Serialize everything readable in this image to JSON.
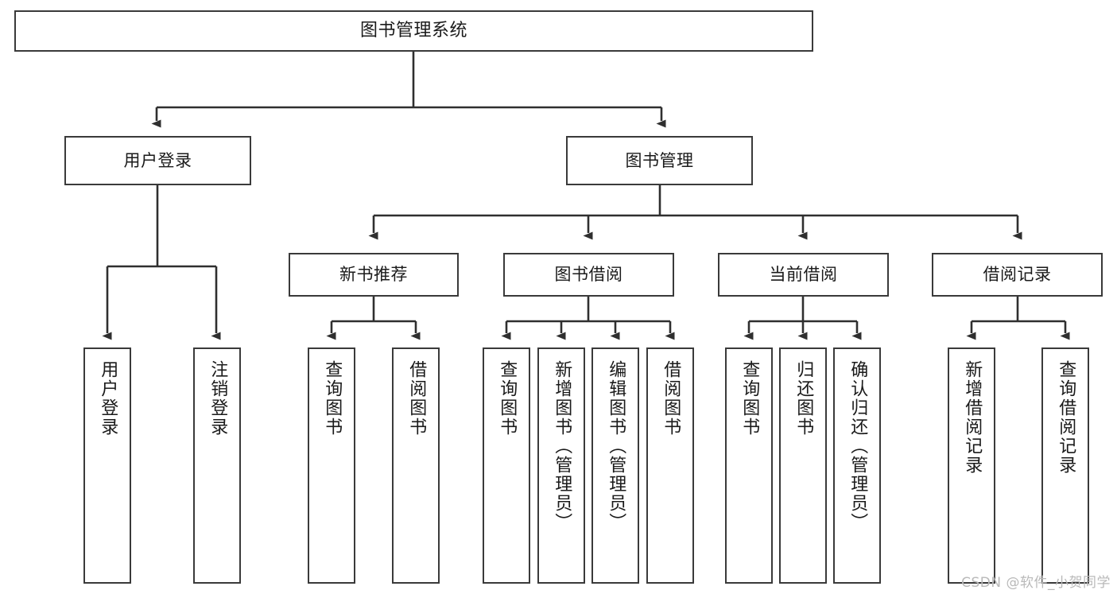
{
  "diagram": {
    "title": "图书管理系统",
    "type": "tree",
    "watermark": "CSDN @软件_小贺同学",
    "colors": {
      "box_border": "#3a3a3a",
      "box_fill": "#ffffff",
      "edge": "#2f2f2f",
      "text": "#1a1a1a",
      "watermark": "#b9b9b9",
      "background": "#ffffff"
    },
    "nodes": {
      "root": {
        "label": "图书管理系统"
      },
      "level2": [
        {
          "id": "user-login",
          "label": "用户登录"
        },
        {
          "id": "book-manage",
          "label": "图书管理"
        }
      ],
      "level3": [
        {
          "id": "new-book-recommend",
          "label": "新书推荐"
        },
        {
          "id": "book-borrow",
          "label": "图书借阅"
        },
        {
          "id": "current-borrow",
          "label": "当前借阅"
        },
        {
          "id": "borrow-record",
          "label": "借阅记录"
        }
      ],
      "leaves": {
        "user-login": [
          {
            "id": "leaf-user-login",
            "label": "用户登录"
          },
          {
            "id": "leaf-logout-login",
            "label": "注销登录"
          }
        ],
        "new-book-recommend": [
          {
            "id": "leaf-query-book-1",
            "label": "查询图书"
          },
          {
            "id": "leaf-borrow-book-1",
            "label": "借阅图书"
          }
        ],
        "book-borrow": [
          {
            "id": "leaf-query-book-2",
            "label": "查询图书"
          },
          {
            "id": "leaf-add-book",
            "label": "新增图书（管理员）"
          },
          {
            "id": "leaf-edit-book",
            "label": "编辑图书（管理员）"
          },
          {
            "id": "leaf-borrow-book-2",
            "label": "借阅图书"
          }
        ],
        "current-borrow": [
          {
            "id": "leaf-query-book-3",
            "label": "查询图书"
          },
          {
            "id": "leaf-return-book",
            "label": "归还图书"
          },
          {
            "id": "leaf-confirm-return",
            "label": "确认归还（管理员）"
          }
        ],
        "borrow-record": [
          {
            "id": "leaf-add-record",
            "label": "新增借阅记录"
          },
          {
            "id": "leaf-query-record",
            "label": "查询借阅记录"
          }
        ]
      }
    }
  }
}
